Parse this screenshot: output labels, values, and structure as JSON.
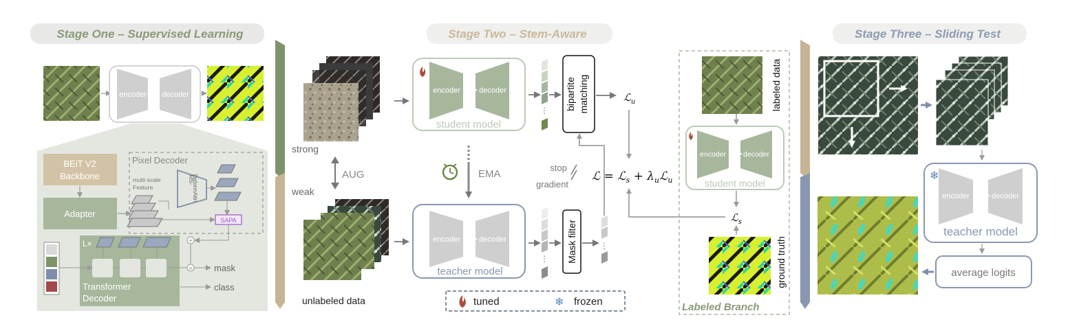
{
  "stage_one": {
    "title": "Stage One – Supervised Learning",
    "encoder": "encoder",
    "decoder": "decoder",
    "backbone_line1": "BEiT V2",
    "backbone_line2": "Backbone",
    "adapter": "Adapter",
    "pixel_decoder": "Pixel Decoder",
    "feature_line1": "multi-scale",
    "feature_line2": "Feature",
    "ms_line1": "MS-",
    "ms_line2": "DeformAttn",
    "sapa": "SAPA",
    "repeat": "L×",
    "transformer_line1": "Transformer",
    "transformer_line2": "Decoder",
    "mask": "mask",
    "class": "class"
  },
  "stage_two": {
    "title": "Stage Two – Stem-Aware",
    "strong": "strong",
    "weak": "weak",
    "aug": "AUG",
    "unlabeled": "unlabeled data",
    "encoder": "encoder",
    "decoder": "decoder",
    "student_model": "student model",
    "teacher_model": "teacher model",
    "bipartite_line1": "bipartite",
    "bipartite_line2": "matching",
    "mask_filter": "Mask filter",
    "ema": "EMA",
    "loss_u": "ℒ",
    "loss_u_sub": "u",
    "loss_total": "ℒ = ℒ",
    "loss_total_s": "s",
    "loss_total_plus": " + λ",
    "loss_total_lu": "u",
    "loss_total_L": "ℒ",
    "loss_total_end": "u",
    "stop_line1": "stop",
    "stop_line2": "gradient",
    "legend_tuned": "tuned",
    "legend_frozen": "frozen"
  },
  "labeled_branch": {
    "title": "Labeled Branch",
    "labeled_data": "labeled data",
    "ground_truth": "ground truth",
    "student_model": "student model",
    "encoder": "encoder",
    "decoder": "decoder",
    "loss_s": "ℒ",
    "loss_s_sub": "s"
  },
  "stage_three": {
    "title": "Stage Three – Sliding Test",
    "encoder": "encoder",
    "decoder": "decoder",
    "teacher_model": "teacher model",
    "average_logits": "average logits"
  },
  "colors": {
    "stage_one_title": "#8a9a78",
    "stage_two_title": "#c9b99b",
    "stage_three_title": "#8c9bb3",
    "green": "#8fa68a",
    "tan": "#c6b495",
    "slate": "#8997b0",
    "panel": "#e3e7df",
    "sapa": "#9b59c7"
  }
}
